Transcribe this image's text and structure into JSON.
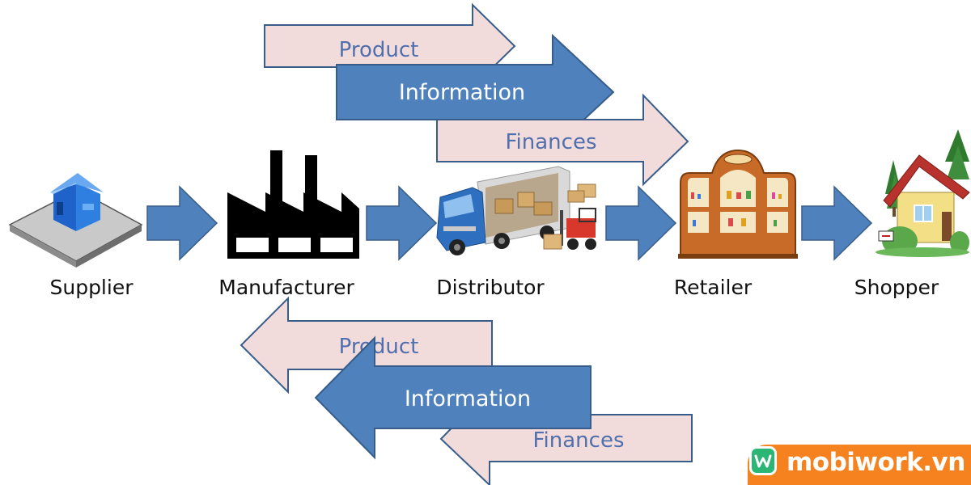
{
  "nodes": [
    {
      "id": "supplier",
      "label": "Supplier"
    },
    {
      "id": "manufacturer",
      "label": "Manufacturer"
    },
    {
      "id": "distributor",
      "label": "Distributor"
    },
    {
      "id": "retailer",
      "label": "Retailer"
    },
    {
      "id": "shopper",
      "label": "Shopper"
    }
  ],
  "forward_flows": {
    "product": "Product",
    "information": "Information",
    "finances": "Finances"
  },
  "reverse_flows": {
    "product": "Product",
    "information": "Information",
    "finances": "Finances"
  },
  "colors": {
    "pink_arrow": "#f2dcdb",
    "blue_arrow": "#4f81bd",
    "arrow_outline": "#385d8a",
    "pink_text": "#4f6fae",
    "brand": "#f5821f",
    "brand_logo": "#2bb673"
  },
  "icons": [
    "building-icon",
    "factory-icon",
    "truck-forklift-icon",
    "shop-icon",
    "house-icon"
  ],
  "brand": {
    "text": "mobiwork.vn"
  }
}
